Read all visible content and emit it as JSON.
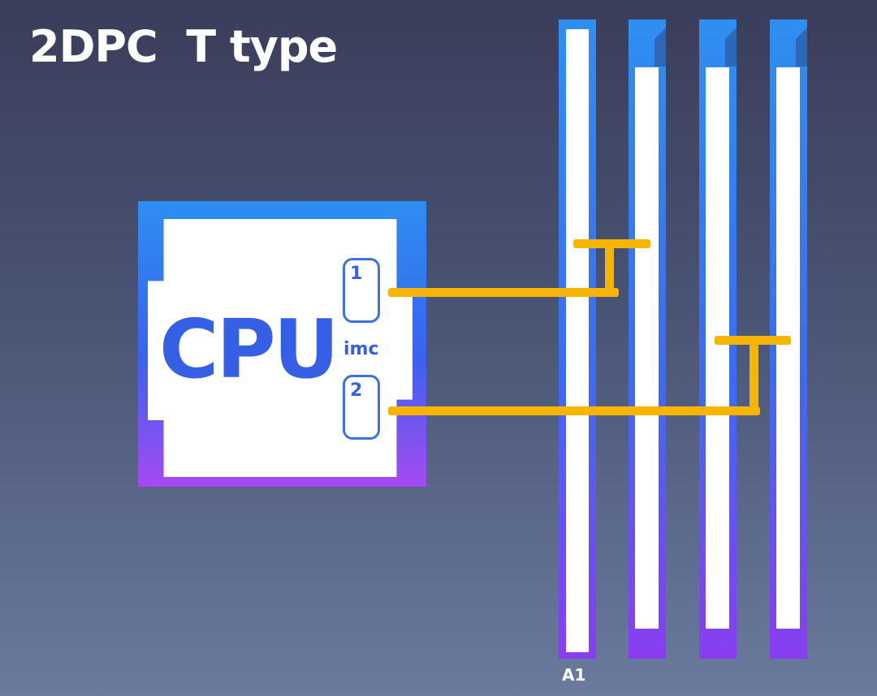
{
  "title": "2DPC  T type",
  "cpu": {
    "label": "CPU",
    "imc_label": "imc",
    "channels": [
      "1",
      "2"
    ]
  },
  "slots": {
    "first_label": "A1",
    "count": 4
  },
  "colors": {
    "trace": "#f7b500",
    "cpu_text": "#3560e6",
    "slot_top": "#2f8ff0",
    "slot_bottom": "#8a3df0"
  }
}
